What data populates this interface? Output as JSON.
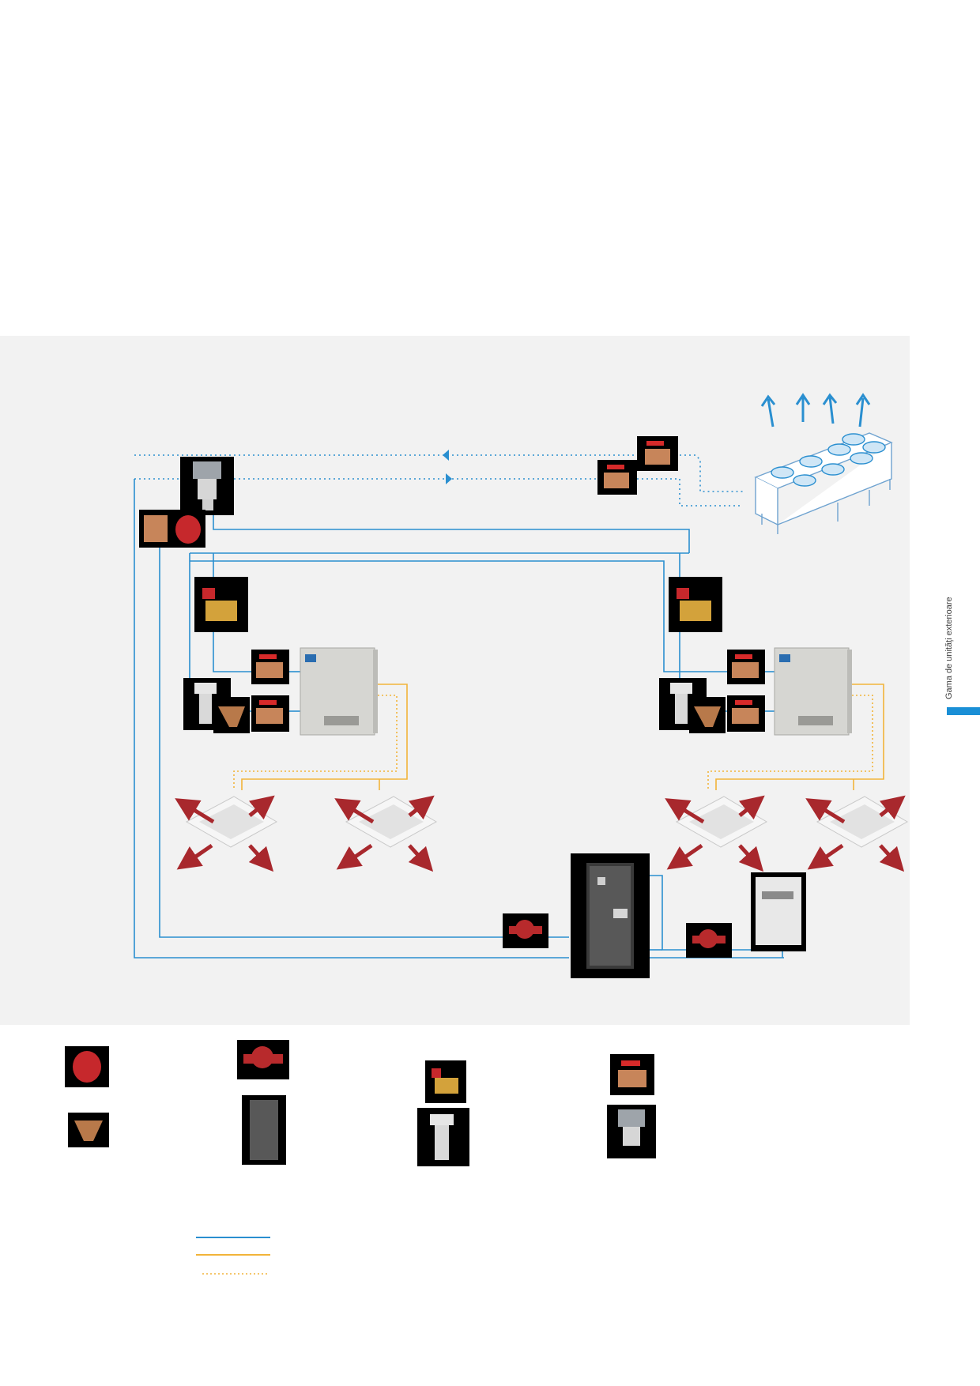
{
  "page": {
    "side_label": "Gama de unități exterioare",
    "accent_color": "#1a8fd6"
  },
  "colors": {
    "water_line": "#2a8fd0",
    "refrigerant_line": "#f2b43a",
    "refrigerant_dotted": "#f2b43a",
    "arrow_red": "#a8282d",
    "arrow_blue": "#2a8fd0",
    "panel_bg": "#f2f2f2"
  },
  "components": {
    "dry_cooler": "dry-cooler-icon",
    "outdoor_unit": "vrv-outdoor-unit-icon",
    "cassette": "cassette-indoor-unit-icon",
    "expansion_vessel": "expansion-vessel-icon",
    "pump": "circulation-pump-icon",
    "balancing_valve": "balancing-valve-icon",
    "ball_valve": "ball-valve-icon",
    "strainer": "strainer-icon",
    "heat_exchanger": "plate-heat-exchanger-icon",
    "flow_switch": "flow-switch-icon",
    "three_way_valve": "three-way-valve-icon",
    "boiler": "boiler-icon"
  },
  "legend": {
    "items": [
      "expansion-vessel-icon",
      "strainer-icon",
      "circulation-pump-icon",
      "plate-heat-exchanger-icon",
      "balancing-valve-icon",
      "flow-switch-icon",
      "ball-valve-icon",
      "three-way-valve-icon"
    ],
    "line_types": [
      "water_line",
      "refrigerant_line",
      "refrigerant_dotted"
    ]
  }
}
